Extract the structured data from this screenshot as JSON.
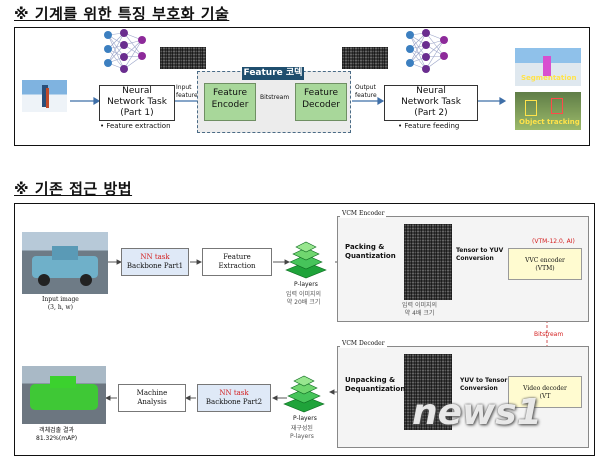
{
  "section1": {
    "title": "※ 기계를 위한 특징 부호화 기술",
    "nn1": {
      "line1": "Neural",
      "line2": "Network Task",
      "line3": "(Part 1)",
      "bullet": "• Feature extraction"
    },
    "input_feature": "Input\nfeature",
    "codec_title": "Feature 코덱",
    "encoder": "Feature\nEncoder",
    "bitstream": "Bitstream",
    "decoder": "Feature\nDecoder",
    "output_feature": "Output\nfeature",
    "nn2": {
      "line1": "Neural",
      "line2": "Network Task",
      "line3": "(Part 2)",
      "bullet": "• Feature feeding"
    },
    "result_top": "Segmentation",
    "result_bottom": "Object tracking"
  },
  "section2": {
    "title": "※ 기존 접근 방법",
    "vcm_encoder_label": "VCM Encoder",
    "vcm_decoder_label": "VCM Decoder",
    "input_image": "Input image\n(3, h, w)",
    "nn_task1_red": "NN task",
    "nn_task1": "Backbone Part1",
    "feature_extraction": "Feature\nExtraction",
    "p_layers_top": "P-layers",
    "p_layers_caption": "입력 이미지의\n약 20배 크기",
    "packing": "Packing &\nQuantization",
    "packed_caption": "입력 이미지의\n약 4배 크기",
    "tensor_to_yuv": "Tensor to YUV\nConversion",
    "vvc_encoder_red": "(VTM-12.0, AI)",
    "vvc_encoder": "VVC encoder\n(VTM)",
    "bitstream_red": "Bitstream",
    "video_decoder": "Video decoder\n(VT",
    "yuv_to_tensor": "YUV to Tensor\nConversion",
    "unpacking": "Unpacking &\nDequantization",
    "p_layers_bottom": "P-layers",
    "recon_caption": "재구성된\nP-layers",
    "nn_task2_red": "NN task",
    "nn_task2": "Backbone Part2",
    "machine_analysis": "Machine\nAnalysis",
    "result_caption": "객체검출 결과\n81.32%(mAP)"
  },
  "watermark": "news1"
}
